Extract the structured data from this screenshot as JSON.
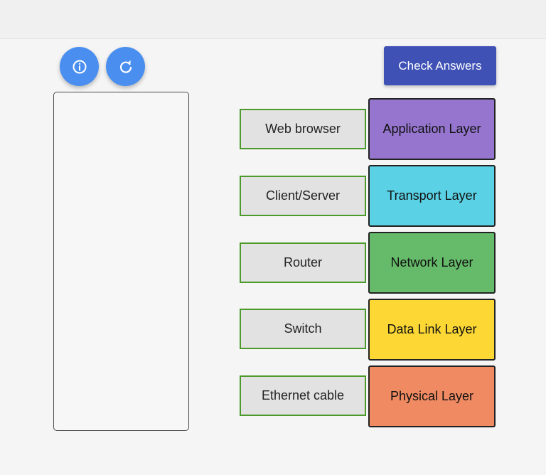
{
  "toolbar": {
    "info_icon": "info-icon",
    "reset_icon": "refresh-icon",
    "check_label": "Check Answers",
    "fab_color": "#4a8fef",
    "check_color": "#3f51b5"
  },
  "items": [
    {
      "label": "Web browser"
    },
    {
      "label": "Client/Server"
    },
    {
      "label": "Router"
    },
    {
      "label": "Switch"
    },
    {
      "label": "Ethernet cable"
    }
  ],
  "layers": [
    {
      "label": "Application Layer",
      "color": "#9575cd"
    },
    {
      "label": "Transport Layer",
      "color": "#5ad1e4"
    },
    {
      "label": "Network Layer",
      "color": "#66bb6a"
    },
    {
      "label": "Data Link Layer",
      "color": "#fdd835"
    },
    {
      "label": "Physical Layer",
      "color": "#ef8a62"
    }
  ]
}
